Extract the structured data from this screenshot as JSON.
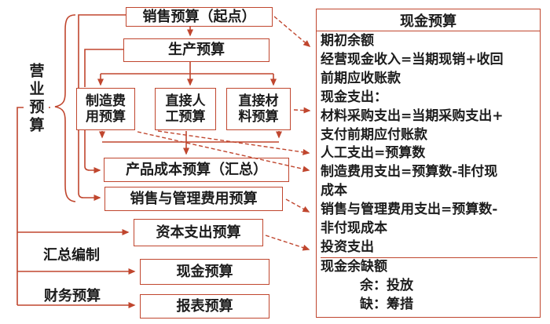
{
  "diagram": {
    "colors": {
      "line": "#c0462e",
      "text": "#1c1c1c"
    },
    "boxes": {
      "sales": "销售预算（起点）",
      "production": "生产预算",
      "manufacturing": "制造费用预算",
      "labor": "直接人工预算",
      "materials": "直接材料预算",
      "product_cost": "产品成本预算（汇总）",
      "selling_admin": "销售与管理费用预算",
      "capital": "资本支出预算",
      "cash": "现金预算",
      "report": "报表预算"
    },
    "labels": {
      "operating": "营业预算",
      "summary": "汇总编制",
      "financial": "财务预算"
    },
    "panel": {
      "title": "现金预算",
      "lines": [
        {
          "text": "期初余额",
          "indent": false,
          "rule": false
        },
        {
          "text": "经营现金收入=当期现销+收回",
          "indent": false,
          "rule": false
        },
        {
          "text": "前期应收账款",
          "indent": false,
          "rule": false
        },
        {
          "text": "现金支出：",
          "indent": false,
          "rule": false
        },
        {
          "text": "材料采购支出=当期采购支出+",
          "indent": false,
          "rule": false
        },
        {
          "text": "支付前期应付账款",
          "indent": false,
          "rule": false
        },
        {
          "text": "人工支出=预算数",
          "indent": false,
          "rule": false
        },
        {
          "text": "制造费用支出=预算数-非付现",
          "indent": false,
          "rule": false
        },
        {
          "text": "成本",
          "indent": false,
          "rule": false
        },
        {
          "text": "销售与管理费用支出=预算数-",
          "indent": false,
          "rule": false
        },
        {
          "text": "非付现成本",
          "indent": false,
          "rule": false
        },
        {
          "text": "投资支出",
          "indent": false,
          "rule": false
        },
        {
          "text": "现金余缺额",
          "indent": false,
          "rule": true
        },
        {
          "text": "余：投放",
          "indent": true,
          "rule": false
        },
        {
          "text": "缺：筹措",
          "indent": true,
          "rule": false
        }
      ]
    }
  }
}
